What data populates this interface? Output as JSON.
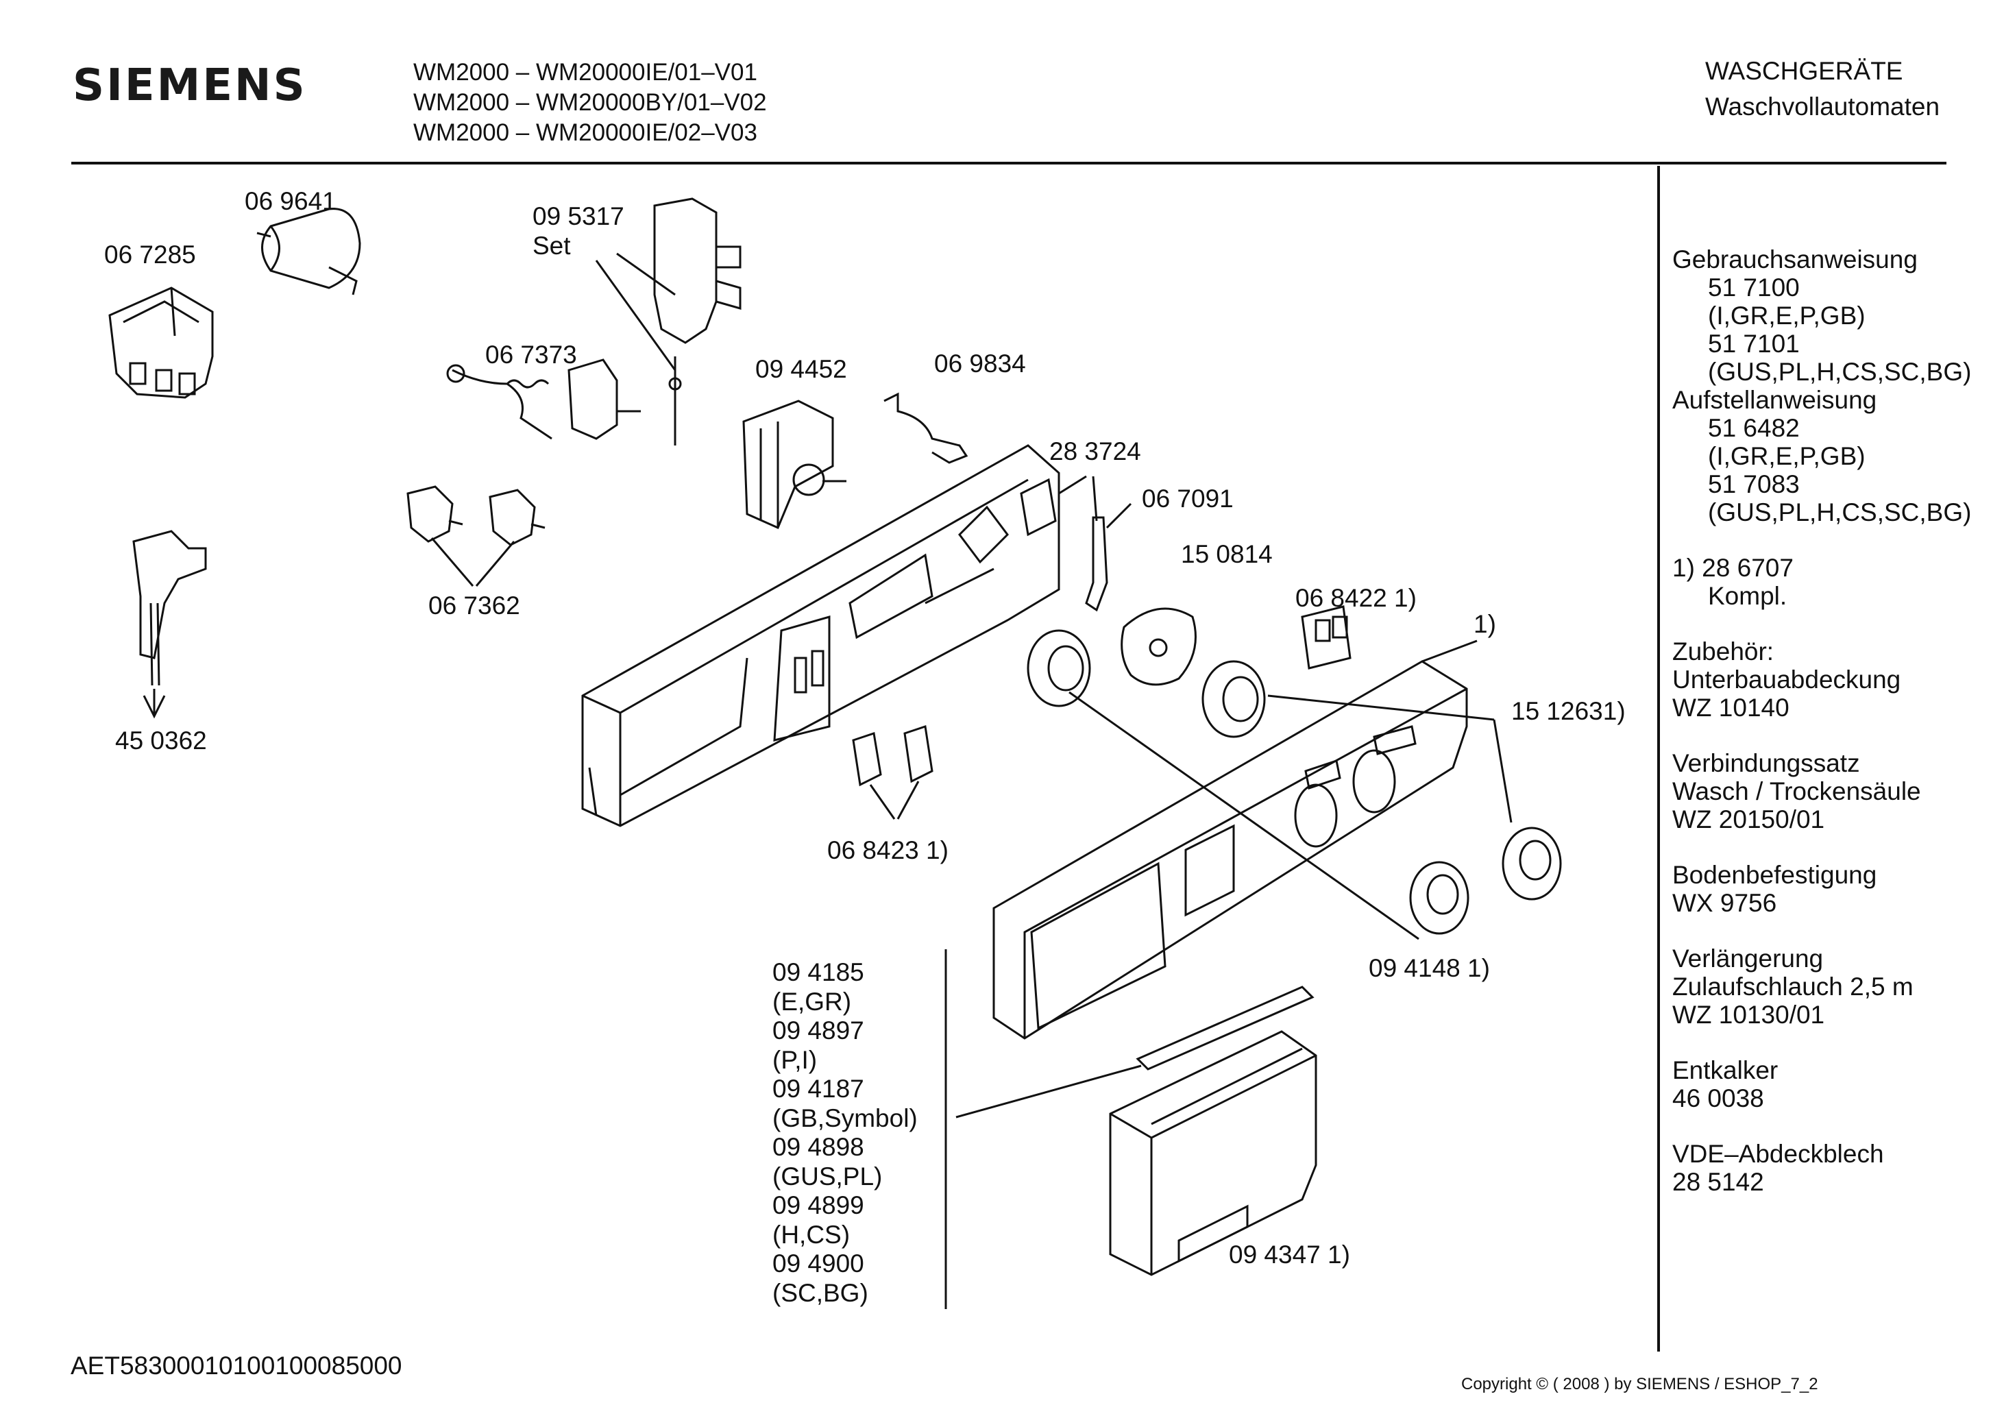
{
  "header": {
    "brand": "SIEMENS",
    "models": [
      "WM2000 – WM20000IE/01–V01",
      "WM2000 – WM20000BY/01–V02",
      "WM2000 – WM20000IE/02–V03"
    ],
    "category": "WASCHGERÄTE",
    "subcategory": "Waschvollautomaten"
  },
  "parts": {
    "p069641": "06 9641",
    "p067285": "06 7285",
    "p095317": "09 5317",
    "p095317_set": "Set",
    "p067373": "06 7373",
    "p094452": "09 4452",
    "p069834": "06 9834",
    "p283724": "28 3724",
    "p067091": "06 7091",
    "p150814": "15 0814",
    "p068422": "06 8422 1)",
    "p_1": "1)",
    "p151263": "15 12631)",
    "p067362": "06 7362",
    "p450362": "45 0362",
    "p068423": "06 8423 1)",
    "p094148": "09 4148 1)",
    "p094347": "09 4347 1)"
  },
  "variants": [
    "09 4185",
    "(E,GR)",
    "09 4897",
    "(P,I)",
    "09 4187",
    "(GB,Symbol)",
    "09 4898",
    "(GUS,PL)",
    "09 4899",
    "(H,CS)",
    "09 4900",
    "(SC,BG)"
  ],
  "sidebar": {
    "manual_title": "Gebrauchsanweisung",
    "manual_1_no": "51 7100",
    "manual_1_lang": "(I,GR,E,P,GB)",
    "manual_2_no": "51 7101",
    "manual_2_lang": "(GUS,PL,H,CS,SC,BG)",
    "install_title": "Aufstellanweisung",
    "install_1_no": "51 6482",
    "install_1_lang": "(I,GR,E,P,GB)",
    "install_2_no": "51 7083",
    "install_2_lang": "(GUS,PL,H,CS,SC,BG)",
    "note_1": "1)  28 6707",
    "note_1_sub": "Kompl.",
    "acc_title": "Zubehör:",
    "acc_1_name": "Unterbauabdeckung",
    "acc_1_no": "WZ 10140",
    "acc_2_name_a": "Verbindungssatz",
    "acc_2_name_b": "Wasch / Trockensäule",
    "acc_2_no": "WZ 20150/01",
    "acc_3_name": "Bodenbefestigung",
    "acc_3_no": "WX 9756",
    "acc_4_name_a": "Verlängerung",
    "acc_4_name_b": "Zulaufschlauch 2,5 m",
    "acc_4_no": "WZ 10130/01",
    "acc_5_name": "Entkalker",
    "acc_5_no": "46 0038",
    "acc_6_name": "VDE–Abdeckblech",
    "acc_6_no": "28 5142"
  },
  "footer": {
    "doc_id": "AET58300010100100085000",
    "copyright": "Copyright © ( 2008 ) by SIEMENS  / ESHOP_7_2"
  }
}
